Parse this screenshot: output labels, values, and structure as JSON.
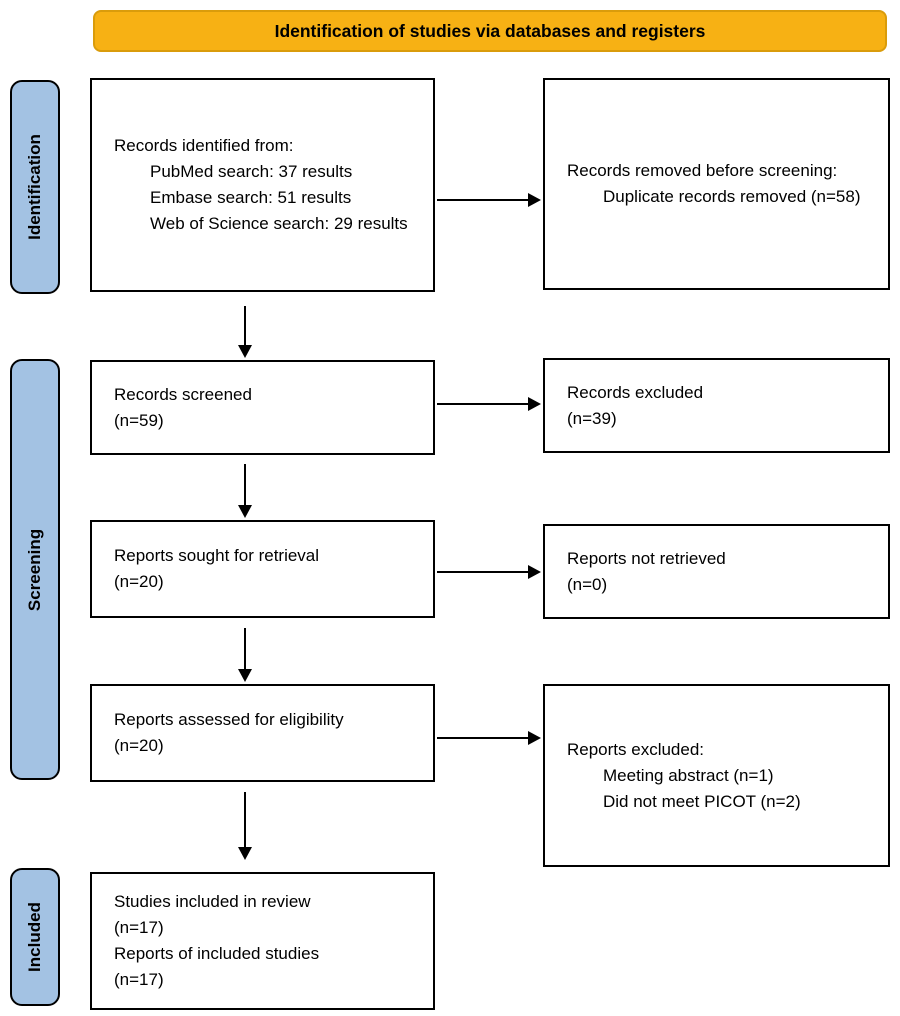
{
  "banner": {
    "title": "Identification of studies via databases and registers"
  },
  "stages": {
    "identification": "Identification",
    "screening": "Screening",
    "included": "Included"
  },
  "boxes": {
    "records_identified": {
      "title": "Records identified from:",
      "items": [
        "PubMed search: 37 results",
        "Embase search: 51 results",
        "Web of Science search: 29 results"
      ]
    },
    "records_removed": {
      "title": "Records removed before screening:",
      "items": [
        "Duplicate records removed (n=58)"
      ]
    },
    "records_screened": {
      "label": "Records screened",
      "count": "(n=59)"
    },
    "records_excluded": {
      "label": "Records excluded",
      "count": "(n=39)"
    },
    "reports_sought": {
      "label": "Reports sought for retrieval",
      "count": "(n=20)"
    },
    "reports_not_retrieved": {
      "label": "Reports not retrieved",
      "count": "(n=0)"
    },
    "reports_assessed": {
      "label": "Reports assessed for eligibility",
      "count": "(n=20)"
    },
    "reports_excluded": {
      "title": "Reports excluded:",
      "items": [
        "Meeting abstract (n=1)",
        "Did not meet PICOT (n=2)"
      ]
    },
    "studies_included": {
      "lines": [
        "Studies included in review",
        "(n=17)",
        "Reports of included studies",
        "(n=17)"
      ]
    }
  },
  "colors": {
    "banner_fill": "#F7B114",
    "banner_border": "#DA9C0B",
    "stage_fill": "#A3C2E3",
    "line_color": "#000000"
  }
}
